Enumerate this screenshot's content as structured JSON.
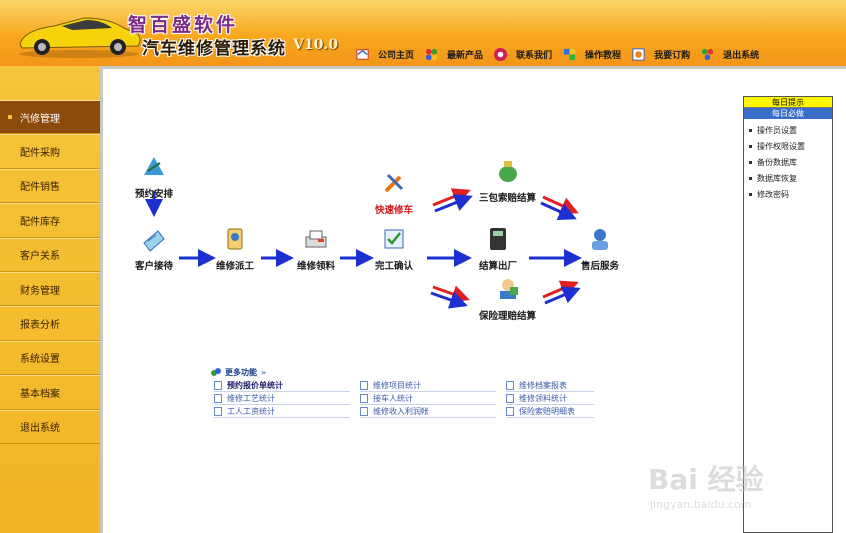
{
  "header": {
    "brand_top": "智百盛软件",
    "app_title": "汽车维修管理系统",
    "version": "V10.0",
    "nav": [
      {
        "label": "公司主页",
        "icon": "home-icon"
      },
      {
        "label": "最新产品",
        "icon": "flower-icon"
      },
      {
        "label": "联系我们",
        "icon": "contact-icon"
      },
      {
        "label": "操作教程",
        "icon": "tutorial-icon"
      },
      {
        "label": "我要订购",
        "icon": "order-icon"
      },
      {
        "label": "退出系统",
        "icon": "exit-icon"
      }
    ]
  },
  "sidebar": {
    "items": [
      {
        "label": "汽修管理",
        "active": true
      },
      {
        "label": "配件采购"
      },
      {
        "label": "配件销售"
      },
      {
        "label": "配件库存"
      },
      {
        "label": "客户关系"
      },
      {
        "label": "财务管理"
      },
      {
        "label": "报表分析"
      },
      {
        "label": "系统设置"
      },
      {
        "label": "基本档案"
      },
      {
        "label": "退出系统"
      }
    ]
  },
  "flow": {
    "nodes": {
      "appointment": "预约安排",
      "reception": "客户接待",
      "dispatch": "维修派工",
      "material": "维修领料",
      "completion": "完工确认",
      "quick_repair": "快速修车",
      "three_guarantee": "三包索赔结算",
      "checkout": "结算出厂",
      "insurance": "保险理赔结算",
      "after_sales": "售后服务"
    }
  },
  "more": {
    "title": "更多功能",
    "links": [
      {
        "label": "预约报价单统计",
        "bold": true
      },
      {
        "label": "维修项目统计"
      },
      {
        "label": "维修档案报表"
      },
      {
        "label": "维修工艺统计"
      },
      {
        "label": "接车人统计"
      },
      {
        "label": "维修领料统计"
      },
      {
        "label": "工人工资统计"
      },
      {
        "label": "维修收入利润帐"
      },
      {
        "label": "保险索赔明细表"
      }
    ]
  },
  "right_panel": {
    "title": "每日提示",
    "subtitle": "每日必做",
    "items": [
      "操作员设置",
      "操作权限设置",
      "备份数据库",
      "数据库恢复",
      "修改密码"
    ]
  },
  "watermark": {
    "text": "Bai 经验",
    "url": "jingyan.baidu.com"
  },
  "colors": {
    "header_orange": "#f7a71c",
    "sidebar_gold": "#f2b525",
    "active_brown": "#8c4a0c",
    "arrow_blue": "#1c2fd0",
    "arrow_red": "#e02020"
  }
}
